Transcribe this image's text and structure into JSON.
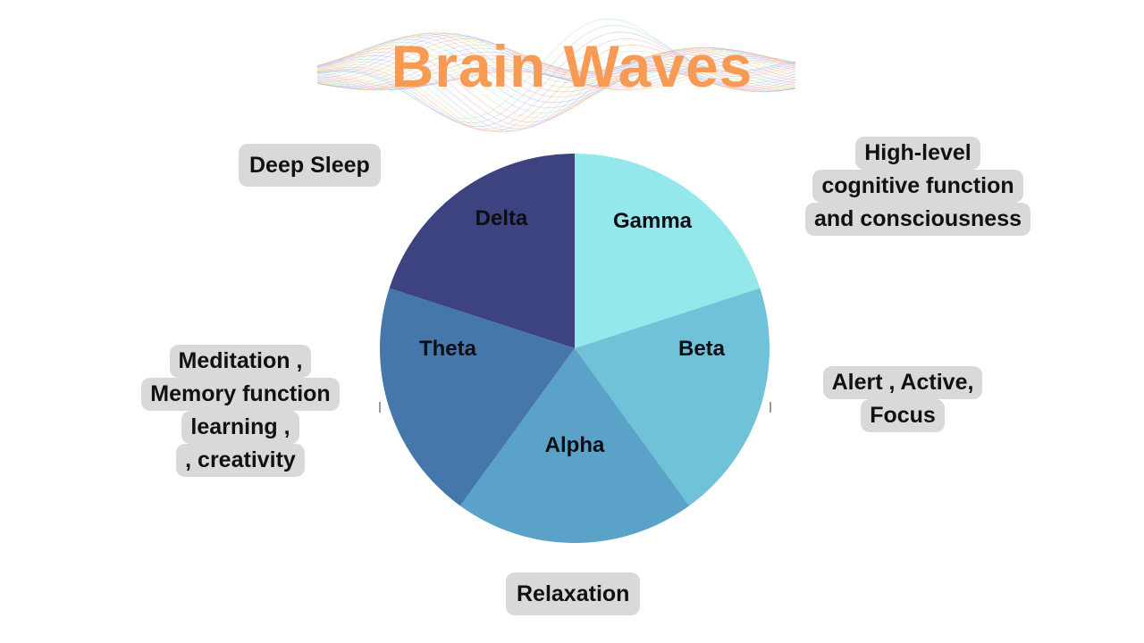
{
  "title": "Brain Waves",
  "colors": {
    "title": "#f79a53",
    "callout_bg": "#d9d9d9",
    "delta": "#3d4280",
    "gamma": "#94e7ea",
    "beta": "#6fc2d8",
    "alpha": "#5aa2c8",
    "theta": "#4677ab"
  },
  "chart_data": {
    "type": "pie",
    "title": "",
    "slices": [
      {
        "name": "Gamma",
        "value": 20,
        "color": "#94e7ea"
      },
      {
        "name": "Beta",
        "value": 20,
        "color": "#6fc2d8"
      },
      {
        "name": "Alpha",
        "value": 20,
        "color": "#5aa2c8"
      },
      {
        "name": "Theta",
        "value": 20,
        "color": "#4677ab"
      },
      {
        "name": "Delta",
        "value": 20,
        "color": "#3d4280"
      }
    ]
  },
  "callouts": {
    "delta": "Deep Sleep",
    "gamma": [
      "High-level",
      "cognitive function",
      "and consciousness"
    ],
    "theta": [
      "Meditation ,",
      "Memory function",
      "learning ,",
      ", creativity"
    ],
    "beta": [
      "Alert , Active,",
      "Focus"
    ],
    "alpha": "Relaxation"
  }
}
